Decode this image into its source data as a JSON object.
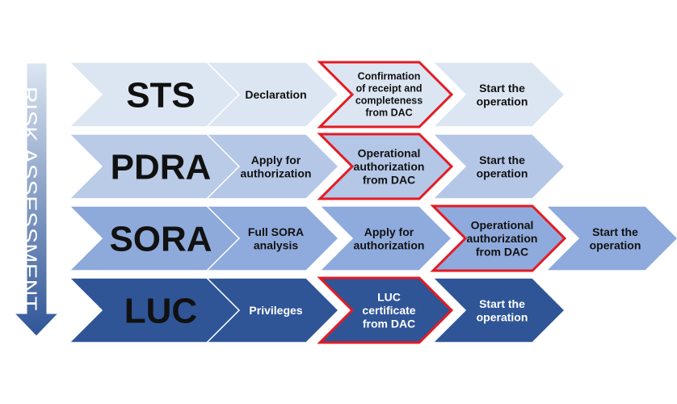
{
  "risk_axis": {
    "label": "RISK ASSESSMENT",
    "color_top": "#dce6f2",
    "color_bottom": "#2f5597"
  },
  "highlight_color": "#e31b23",
  "rows": [
    {
      "name": "sts",
      "label": "STS",
      "main_color": "#dce6f2",
      "step_color": "#dce6f2",
      "text_color": "#111111",
      "steps": [
        {
          "label": "Declaration",
          "highlight": false
        },
        {
          "label": "Confirmation\nof receipt and\ncompleteness\nfrom DAC",
          "highlight": true
        },
        {
          "label": "Start the\noperation",
          "highlight": false
        }
      ]
    },
    {
      "name": "pdra",
      "label": "PDRA",
      "main_color": "#b9cbe6",
      "step_color": "#b4c7e7",
      "text_color": "#111111",
      "steps": [
        {
          "label": "Apply for\nauthorization",
          "highlight": false
        },
        {
          "label": "Operational\nauthorization\nfrom DAC",
          "highlight": true
        },
        {
          "label": "Start the\noperation",
          "highlight": false
        }
      ]
    },
    {
      "name": "sora",
      "label": "SORA",
      "main_color": "#8eaadb",
      "step_color": "#8faadc",
      "text_color": "#111111",
      "steps": [
        {
          "label": "Full SORA\nanalysis",
          "highlight": false
        },
        {
          "label": "Apply for\nauthorization",
          "highlight": false
        },
        {
          "label": "Operational\nauthorization\nfrom DAC",
          "highlight": true
        },
        {
          "label": "Start the\noperation",
          "highlight": false
        }
      ]
    },
    {
      "name": "luc",
      "label": "LUC",
      "main_color": "#2f5597",
      "step_color": "#2f5597",
      "text_color": "#ffffff",
      "steps": [
        {
          "label": "Privileges",
          "highlight": false
        },
        {
          "label": "LUC\ncertificate\nfrom DAC",
          "highlight": true
        },
        {
          "label": "Start the\noperation",
          "highlight": false
        }
      ]
    }
  ]
}
